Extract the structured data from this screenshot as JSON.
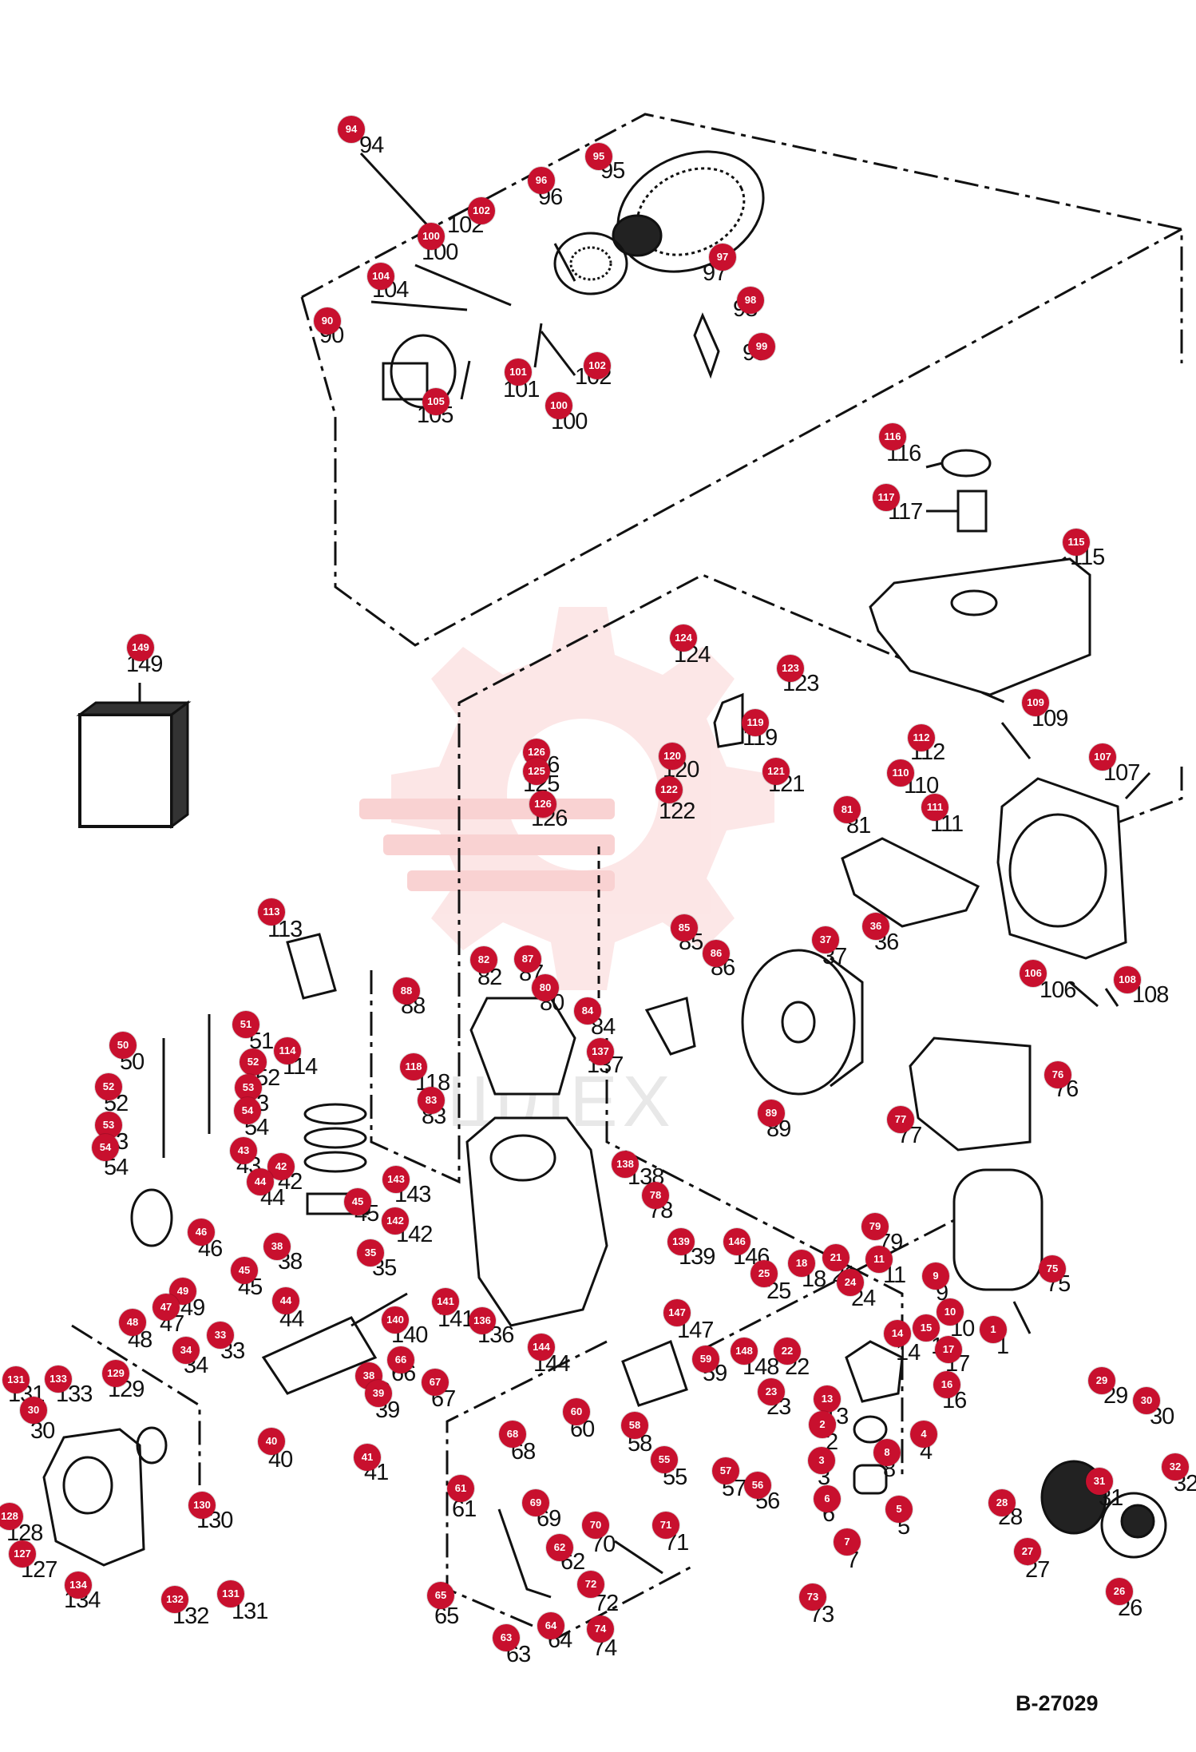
{
  "drawing_id": "B-27029",
  "watermark": "ШЛЕХ",
  "colors": {
    "badge": "#c8102e",
    "line": "#111111",
    "watermark": "#f3b8b8"
  },
  "parts": [
    {
      "n": "94",
      "label": "94"
    },
    {
      "n": "95",
      "label": "95"
    },
    {
      "n": "96",
      "label": "96"
    },
    {
      "n": "102",
      "label": "102"
    },
    {
      "n": "100",
      "label": "100"
    },
    {
      "n": "104",
      "label": "104"
    },
    {
      "n": "97",
      "label": "97"
    },
    {
      "n": "98",
      "label": "98"
    },
    {
      "n": "90",
      "label": "90"
    },
    {
      "n": "99",
      "label": "99"
    },
    {
      "n": "101",
      "label": "101"
    },
    {
      "n": "102",
      "label": "102"
    },
    {
      "n": "105",
      "label": "105"
    },
    {
      "n": "100",
      "label": "100"
    },
    {
      "n": "116",
      "label": "116"
    },
    {
      "n": "117",
      "label": "117"
    },
    {
      "n": "115",
      "label": "115"
    },
    {
      "n": "149",
      "label": "149"
    },
    {
      "n": "124",
      "label": "124"
    },
    {
      "n": "123",
      "label": "123"
    },
    {
      "n": "109",
      "label": "109"
    },
    {
      "n": "119",
      "label": "119"
    },
    {
      "n": "112",
      "label": "112"
    },
    {
      "n": "126",
      "label": "126"
    },
    {
      "n": "125",
      "label": "125"
    },
    {
      "n": "120",
      "label": "120"
    },
    {
      "n": "121",
      "label": "121"
    },
    {
      "n": "110",
      "label": "110"
    },
    {
      "n": "107",
      "label": "107"
    },
    {
      "n": "126",
      "label": "126"
    },
    {
      "n": "122",
      "label": "122"
    },
    {
      "n": "111",
      "label": "111"
    },
    {
      "n": "81",
      "label": "81"
    },
    {
      "n": "113",
      "label": "113"
    },
    {
      "n": "85",
      "label": "85"
    },
    {
      "n": "37",
      "label": "37"
    },
    {
      "n": "36",
      "label": "36"
    },
    {
      "n": "82",
      "label": "82"
    },
    {
      "n": "87",
      "label": "87"
    },
    {
      "n": "86",
      "label": "86"
    },
    {
      "n": "80",
      "label": "80"
    },
    {
      "n": "106",
      "label": "106"
    },
    {
      "n": "108",
      "label": "108"
    },
    {
      "n": "88",
      "label": "88"
    },
    {
      "n": "84",
      "label": "84"
    },
    {
      "n": "51",
      "label": "51"
    },
    {
      "n": "114",
      "label": "114"
    },
    {
      "n": "50",
      "label": "50"
    },
    {
      "n": "137",
      "label": "137"
    },
    {
      "n": "118",
      "label": "118"
    },
    {
      "n": "52",
      "label": "52"
    },
    {
      "n": "76",
      "label": "76"
    },
    {
      "n": "52",
      "label": "52"
    },
    {
      "n": "53",
      "label": "53"
    },
    {
      "n": "83",
      "label": "83"
    },
    {
      "n": "89",
      "label": "89"
    },
    {
      "n": "54",
      "label": "54"
    },
    {
      "n": "77",
      "label": "77"
    },
    {
      "n": "53",
      "label": "53"
    },
    {
      "n": "54",
      "label": "54"
    },
    {
      "n": "43",
      "label": "43"
    },
    {
      "n": "42",
      "label": "42"
    },
    {
      "n": "138",
      "label": "138"
    },
    {
      "n": "44",
      "label": "44"
    },
    {
      "n": "143",
      "label": "143"
    },
    {
      "n": "78",
      "label": "78"
    },
    {
      "n": "45",
      "label": "45"
    },
    {
      "n": "142",
      "label": "142"
    },
    {
      "n": "46",
      "label": "46"
    },
    {
      "n": "79",
      "label": "79"
    },
    {
      "n": "38",
      "label": "38"
    },
    {
      "n": "139",
      "label": "139"
    },
    {
      "n": "146",
      "label": "146"
    },
    {
      "n": "35",
      "label": "35"
    },
    {
      "n": "75",
      "label": "75"
    },
    {
      "n": "21",
      "label": "21"
    },
    {
      "n": "18",
      "label": "18"
    },
    {
      "n": "11",
      "label": "11"
    },
    {
      "n": "45",
      "label": "45"
    },
    {
      "n": "25",
      "label": "25"
    },
    {
      "n": "9",
      "label": "9"
    },
    {
      "n": "24",
      "label": "24"
    },
    {
      "n": "49",
      "label": "49"
    },
    {
      "n": "141",
      "label": "141"
    },
    {
      "n": "47",
      "label": "47"
    },
    {
      "n": "44",
      "label": "44"
    },
    {
      "n": "10",
      "label": "10"
    },
    {
      "n": "147",
      "label": "147"
    },
    {
      "n": "136",
      "label": "136"
    },
    {
      "n": "140",
      "label": "140"
    },
    {
      "n": "48",
      "label": "48"
    },
    {
      "n": "1",
      "label": "1"
    },
    {
      "n": "14",
      "label": "14"
    },
    {
      "n": "15",
      "label": "15"
    },
    {
      "n": "33",
      "label": "33"
    },
    {
      "n": "34",
      "label": "34"
    },
    {
      "n": "144",
      "label": "144"
    },
    {
      "n": "148",
      "label": "148"
    },
    {
      "n": "22",
      "label": "22"
    },
    {
      "n": "17",
      "label": "17"
    },
    {
      "n": "66",
      "label": "66"
    },
    {
      "n": "59",
      "label": "59"
    },
    {
      "n": "131",
      "label": "131"
    },
    {
      "n": "133",
      "label": "133"
    },
    {
      "n": "129",
      "label": "129"
    },
    {
      "n": "38",
      "label": "38"
    },
    {
      "n": "67",
      "label": "67"
    },
    {
      "n": "16",
      "label": "16"
    },
    {
      "n": "23",
      "label": "23"
    },
    {
      "n": "29",
      "label": "29"
    },
    {
      "n": "30",
      "label": "30"
    },
    {
      "n": "39",
      "label": "39"
    },
    {
      "n": "13",
      "label": "13"
    },
    {
      "n": "30",
      "label": "30"
    },
    {
      "n": "60",
      "label": "60"
    },
    {
      "n": "58",
      "label": "58"
    },
    {
      "n": "2",
      "label": "2"
    },
    {
      "n": "4",
      "label": "4"
    },
    {
      "n": "68",
      "label": "68"
    },
    {
      "n": "40",
      "label": "40"
    },
    {
      "n": "8",
      "label": "8"
    },
    {
      "n": "55",
      "label": "55"
    },
    {
      "n": "3",
      "label": "3"
    },
    {
      "n": "41",
      "label": "41"
    },
    {
      "n": "57",
      "label": "57"
    },
    {
      "n": "32",
      "label": "32"
    },
    {
      "n": "28",
      "label": "28"
    },
    {
      "n": "31",
      "label": "31"
    },
    {
      "n": "56",
      "label": "56"
    },
    {
      "n": "61",
      "label": "61"
    },
    {
      "n": "69",
      "label": "69"
    },
    {
      "n": "130",
      "label": "130"
    },
    {
      "n": "6",
      "label": "6"
    },
    {
      "n": "5",
      "label": "5"
    },
    {
      "n": "128",
      "label": "128"
    },
    {
      "n": "70",
      "label": "70"
    },
    {
      "n": "71",
      "label": "71"
    },
    {
      "n": "7",
      "label": "7"
    },
    {
      "n": "27",
      "label": "27"
    },
    {
      "n": "62",
      "label": "62"
    },
    {
      "n": "127",
      "label": "127"
    },
    {
      "n": "134",
      "label": "134"
    },
    {
      "n": "131",
      "label": "131"
    },
    {
      "n": "132",
      "label": "132"
    },
    {
      "n": "72",
      "label": "72"
    },
    {
      "n": "26",
      "label": "26"
    },
    {
      "n": "65",
      "label": "65"
    },
    {
      "n": "73",
      "label": "73"
    },
    {
      "n": "64",
      "label": "64"
    },
    {
      "n": "74",
      "label": "74"
    },
    {
      "n": "63",
      "label": "63"
    }
  ]
}
